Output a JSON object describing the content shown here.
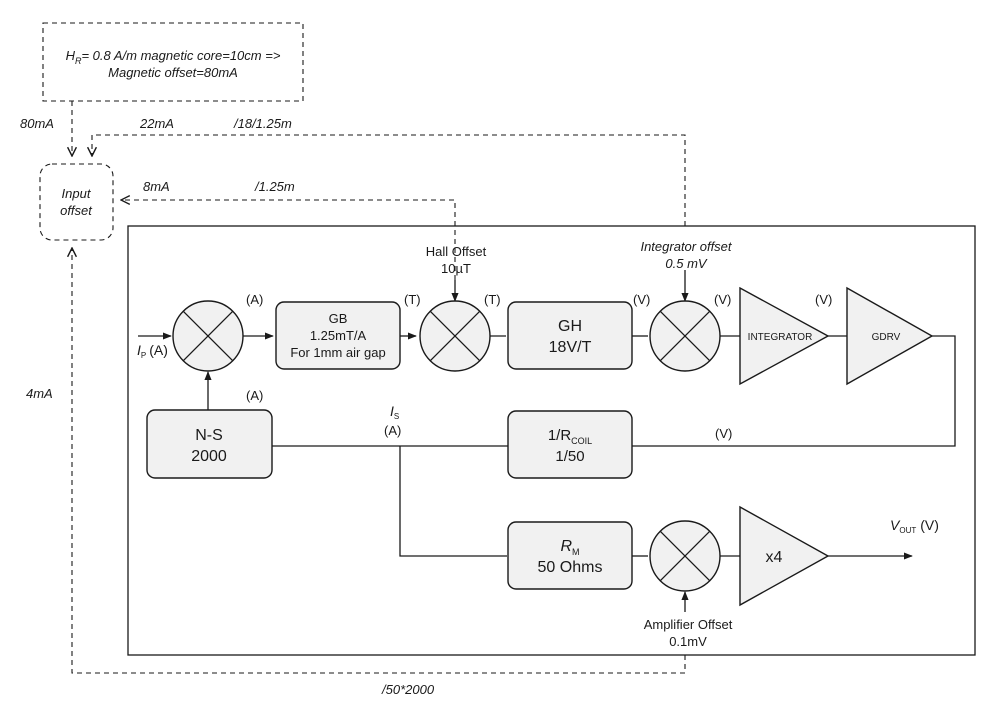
{
  "colors": {
    "ink": "#1a1a1a",
    "block_fill": "#f1f1f1",
    "background": "#ffffff"
  },
  "note": {
    "line1_pre": "H",
    "line1_sub": "R",
    "line1_post": "= 0.8 A/m magnetic core=10cm =>",
    "line2": "Magnetic offset=80mA"
  },
  "input_offset": {
    "line1": "Input",
    "line2": "offset"
  },
  "offset_labels": {
    "a80": "80mA",
    "a22": "22mA",
    "div18": "/18/1.25m",
    "a8": "8mA",
    "div125": "/1.25m",
    "a4": "4mA",
    "div50": "/50*2000"
  },
  "blocks": {
    "gb": {
      "line1": "GB",
      "line2": "1.25mT/A",
      "line3": "For 1mm air gap"
    },
    "gh": {
      "line1": "GH",
      "line2": "18V/T"
    },
    "ns": {
      "line1": "N-S",
      "line2": "2000"
    },
    "rcoil": {
      "line1_pre": "1/R",
      "line1_sub": "COIL",
      "line2": "1/50"
    },
    "rm": {
      "line1_main": "R",
      "line1_sub": "M",
      "line2": "50 Ohms"
    },
    "integrator": "INTEGRATOR",
    "gdrv": "GDRV",
    "x4": "x4"
  },
  "offsets": {
    "hall": {
      "line1": "Hall Offset",
      "line2": "10µT"
    },
    "integrator": {
      "line1": "Integrator offset",
      "line2": "0.5 mV"
    },
    "amplifier": {
      "line1": "Amplifier Offset",
      "line2": "0.1mV"
    }
  },
  "unit_labels": {
    "a_after_mix1": "(A)",
    "t_after_gb": "(T)",
    "t_after_mix2": "(T)",
    "v_after_gh": "(V)",
    "v_after_mix3": "(V)",
    "v_after_int": "(V)",
    "a_ns": "(A)",
    "v_feedback": "(V)"
  },
  "signals": {
    "ip_main": "I",
    "ip_sub": "P",
    "ip_unit": "(A)",
    "is_main": "I",
    "is_sub": "S",
    "is_unit": "(A)",
    "vout_main": "V",
    "vout_sub": "OUT",
    "vout_unit": "(V)"
  }
}
